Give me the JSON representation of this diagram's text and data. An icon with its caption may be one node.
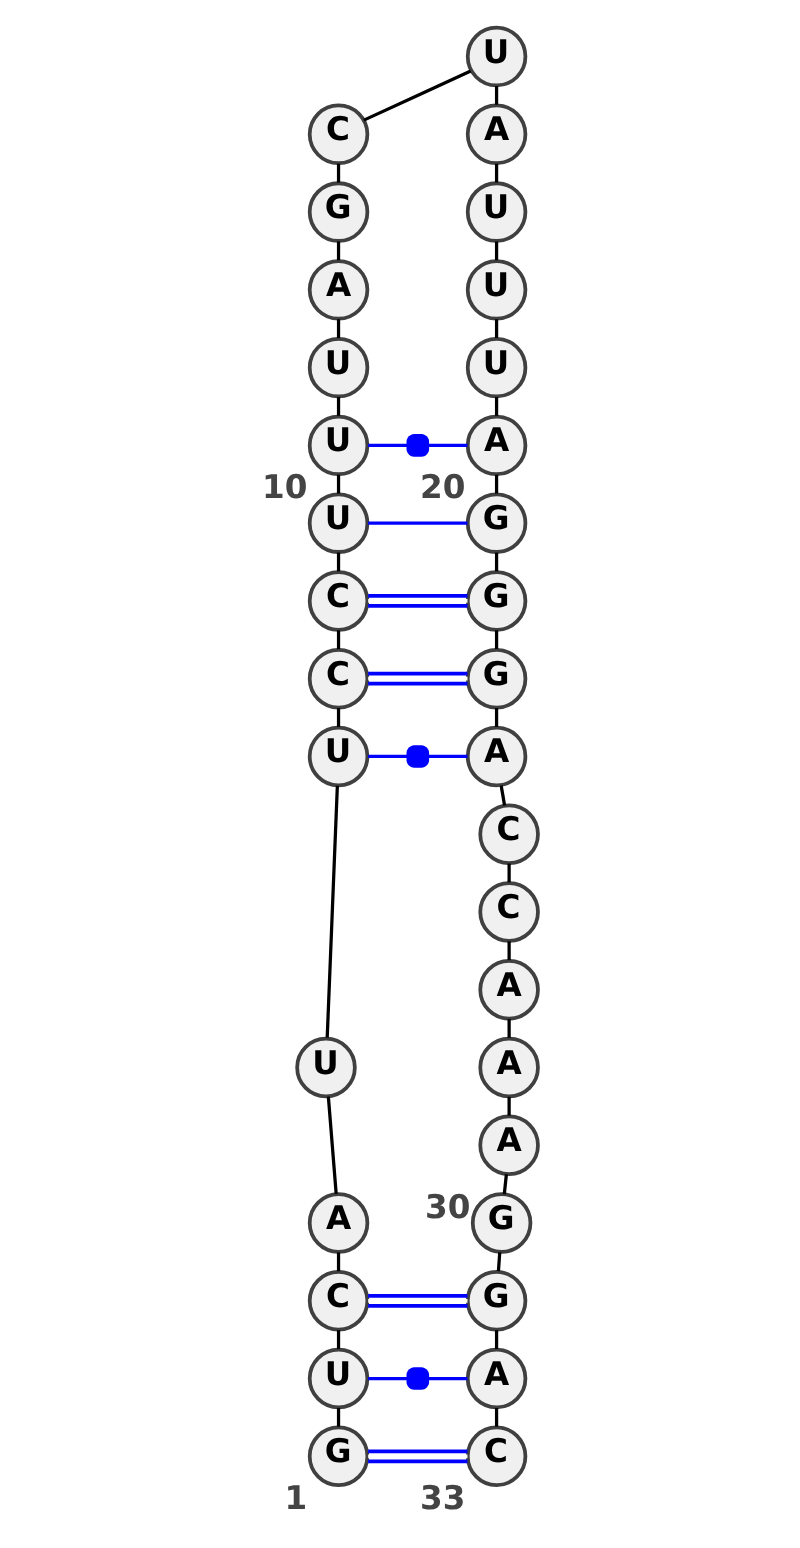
{
  "diagram": {
    "nodes": [
      {
        "text": [
          "G"
        ],
        "beside": [
          "1"
        ]
      },
      {
        "text": [
          "U"
        ]
      },
      {
        "text": [
          "C"
        ]
      },
      {
        "text": [
          "A"
        ]
      },
      {
        "text": [
          "U"
        ]
      },
      {
        "text": [
          "U"
        ]
      },
      {
        "text": [
          "C"
        ]
      },
      {
        "text": [
          "C"
        ]
      },
      {
        "text": [
          "U"
        ]
      },
      {
        "text": [
          "U"
        ],
        "beside": [
          "10"
        ]
      },
      {
        "text": [
          "U"
        ]
      },
      {
        "text": [
          "A"
        ]
      },
      {
        "text": [
          "G"
        ]
      },
      {
        "text": [
          "C"
        ]
      },
      {
        "text": [
          "U"
        ]
      },
      {
        "text": [
          "A"
        ]
      },
      {
        "text": [
          "U"
        ]
      },
      {
        "text": [
          "U"
        ]
      },
      {
        "text": [
          "U"
        ]
      },
      {
        "text": [
          "A"
        ],
        "beside": [
          "20"
        ]
      },
      {
        "text": [
          "G"
        ]
      },
      {
        "text": [
          "G"
        ]
      },
      {
        "text": [
          "G"
        ]
      },
      {
        "text": [
          "A"
        ]
      },
      {
        "text": [
          "C"
        ]
      },
      {
        "text": [
          "C"
        ]
      },
      {
        "text": [
          "A"
        ]
      },
      {
        "text": [
          "A"
        ]
      },
      {
        "text": [
          "A"
        ]
      },
      {
        "text": [
          "G"
        ],
        "beside": [
          "30"
        ]
      },
      {
        "text": [
          "G"
        ]
      },
      {
        "text": [
          "A"
        ]
      },
      {
        "text": [
          "C"
        ],
        "beside": [
          "33"
        ]
      }
    ],
    "edges": [
      {
        "from": 0,
        "to": 1,
        "arrow": "none"
      },
      {
        "from": 1,
        "to": 2,
        "arrow": "none"
      },
      {
        "from": 2,
        "to": 3,
        "arrow": "none"
      },
      {
        "from": 3,
        "to": 4,
        "arrow": "none"
      },
      {
        "from": 4,
        "to": 5,
        "arrow": "none"
      },
      {
        "from": 5,
        "to": 6,
        "arrow": "none"
      },
      {
        "from": 6,
        "to": 7,
        "arrow": "none"
      },
      {
        "from": 7,
        "to": 8,
        "arrow": "none"
      },
      {
        "from": 8,
        "to": 9,
        "arrow": "none"
      },
      {
        "from": 9,
        "to": 10,
        "arrow": "none"
      },
      {
        "from": 10,
        "to": 11,
        "arrow": "none"
      },
      {
        "from": 11,
        "to": 12,
        "arrow": "none"
      },
      {
        "from": 12,
        "to": 13,
        "arrow": "none"
      },
      {
        "from": 13,
        "to": 14,
        "arrow": "none"
      },
      {
        "from": 14,
        "to": 15,
        "arrow": "none"
      },
      {
        "from": 15,
        "to": 16,
        "arrow": "none"
      },
      {
        "from": 16,
        "to": 17,
        "arrow": "none"
      },
      {
        "from": 17,
        "to": 18,
        "arrow": "none"
      },
      {
        "from": 18,
        "to": 19,
        "arrow": "none"
      },
      {
        "from": 19,
        "to": 20,
        "arrow": "none"
      },
      {
        "from": 20,
        "to": 21,
        "arrow": "none"
      },
      {
        "from": 21,
        "to": 22,
        "arrow": "none"
      },
      {
        "from": 22,
        "to": 23,
        "arrow": "none"
      },
      {
        "from": 23,
        "to": 24,
        "arrow": "none"
      },
      {
        "from": 24,
        "to": 25,
        "arrow": "none"
      },
      {
        "from": 25,
        "to": 26,
        "arrow": "none"
      },
      {
        "from": 26,
        "to": 27,
        "arrow": "none"
      },
      {
        "from": 27,
        "to": 28,
        "arrow": "none"
      },
      {
        "from": 28,
        "to": 29,
        "arrow": "none"
      },
      {
        "from": 29,
        "to": 30,
        "arrow": "none"
      },
      {
        "from": 30,
        "to": 31,
        "arrow": "none"
      },
      {
        "from": 31,
        "to": 32,
        "arrow": "none"
      },
      {
        "from": 0,
        "to": 32,
        "arrow": "none",
        "color": "#0000ff"
      },
      {
        "from": 1,
        "to": 31,
        "arrow": "none",
        "color": "#0000ff"
      },
      {
        "from": 2,
        "to": 30,
        "arrow": "none",
        "color": "#0000ff"
      },
      {
        "from": 5,
        "to": 23,
        "arrow": "none",
        "color": "#0000ff"
      },
      {
        "from": 6,
        "to": 22,
        "arrow": "none",
        "color": "#0000ff"
      },
      {
        "from": 7,
        "to": 21,
        "arrow": "none",
        "color": "#0000ff"
      },
      {
        "from": 8,
        "to": 20,
        "arrow": "none",
        "color": "#0000ff"
      },
      {
        "from": 9,
        "to": 19,
        "arrow": "none",
        "color": "#0000ff"
      }
    ]
  }
}
